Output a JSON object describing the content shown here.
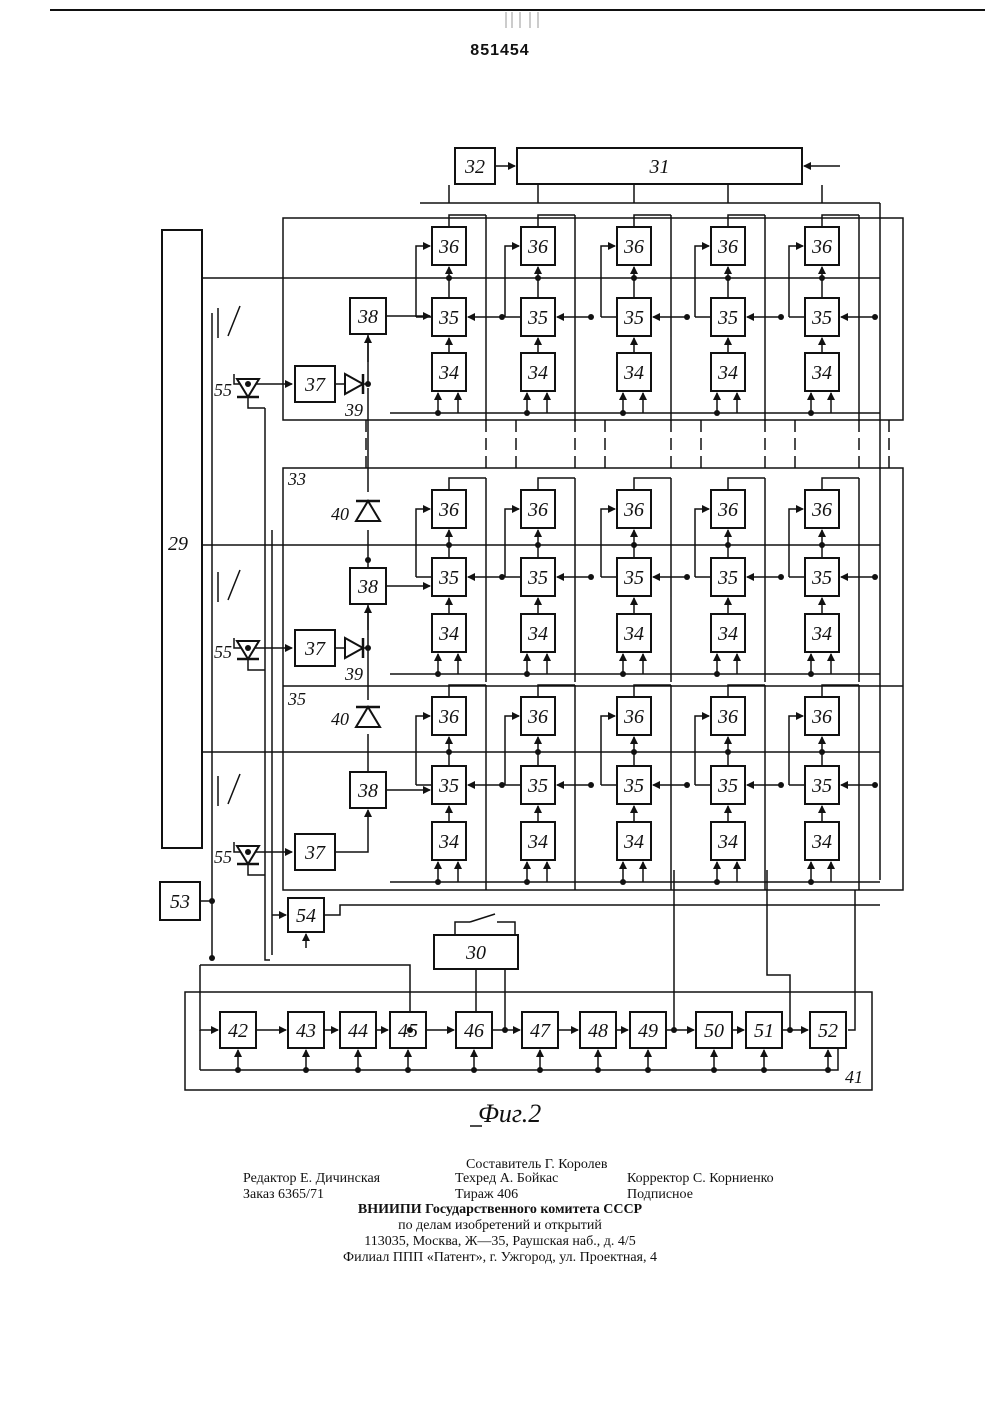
{
  "header": {
    "patent_number": "851454"
  },
  "figure": {
    "caption": "Фиг.2",
    "refs": {
      "r29": "29",
      "r30": "30",
      "r31": "31",
      "r32": "32",
      "r33": "33",
      "r34": "34",
      "r35": "35",
      "r36": "36",
      "r37": "37",
      "r38": "38",
      "r39": "39",
      "r40": "40",
      "r41": "41",
      "r42": "42",
      "r43": "43",
      "r44": "44",
      "r45": "45",
      "r46": "46",
      "r47": "47",
      "r48": "48",
      "r49": "49",
      "r50": "50",
      "r51": "51",
      "r52": "52",
      "r53": "53",
      "r54": "54",
      "r55": "55"
    }
  },
  "footer": {
    "compiler": "Составитель Г. Королев",
    "editor": "Редактор Е. Дичинская",
    "techred": "Техред А. Бойкас",
    "corrector": "Корректор С. Корниенко",
    "order": "Заказ 6365/71",
    "circulation": "Тираж 406",
    "subscription": "Подписное",
    "org_line1": "ВНИИПИ  Государственного  комитета  СССР",
    "org_line2": "по  делам  изобретений  и  открытий",
    "org_line3": "113035, Москва,  Ж—35,  Раушская  наб.,  д.  4/5",
    "branch": "Филиал  ППП  «Патент»,  г.  Ужгород,  ул.  Проектная,  4"
  }
}
